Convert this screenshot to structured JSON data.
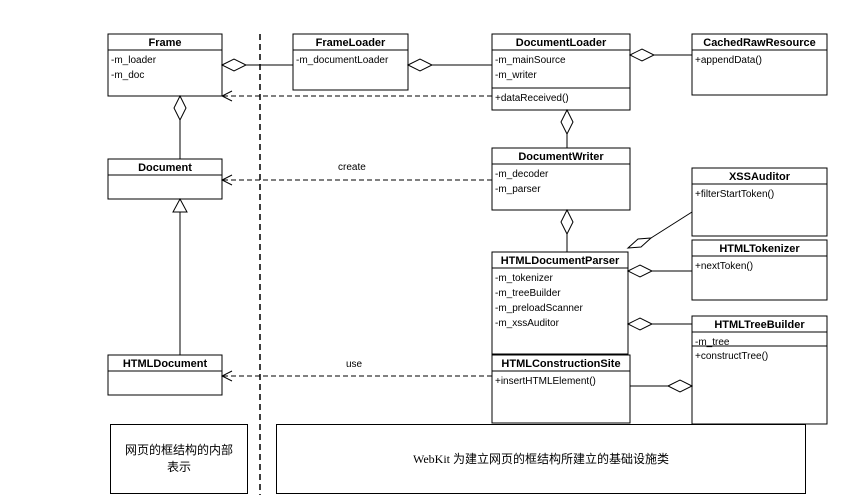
{
  "classes": [
    {
      "id": "frame",
      "name": "Frame",
      "attributes": [
        "-m_loader",
        "-m_doc"
      ],
      "operations": []
    },
    {
      "id": "frameloader",
      "name": "FrameLoader",
      "attributes": [
        "-m_documentLoader"
      ],
      "operations": []
    },
    {
      "id": "documentloader",
      "name": "DocumentLoader",
      "attributes": [
        "-m_mainSource",
        "-m_writer"
      ],
      "operations": [
        "+dataReceived()"
      ]
    },
    {
      "id": "cachedrawresource",
      "name": "CachedRawResource",
      "attributes": [
        "+appendData()"
      ],
      "operations": []
    },
    {
      "id": "document",
      "name": "Document",
      "attributes": [],
      "operations": []
    },
    {
      "id": "documentwriter",
      "name": "DocumentWriter",
      "attributes": [
        "-m_decoder",
        "-m_parser"
      ],
      "operations": []
    },
    {
      "id": "xssauditor",
      "name": "XSSAuditor",
      "attributes": [
        "+filterStartToken()"
      ],
      "operations": []
    },
    {
      "id": "htmldocumentparser",
      "name": "HTMLDocumentParser",
      "attributes": [
        "-m_tokenizer",
        "-m_treeBuilder",
        "-m_preloadScanner",
        "-m_xssAuditor"
      ],
      "operations": []
    },
    {
      "id": "htmltokenizer",
      "name": "HTMLTokenizer",
      "attributes": [
        "+nextToken()"
      ],
      "operations": []
    },
    {
      "id": "htmltreebuilder",
      "name": "HTMLTreeBuilder",
      "attributes": [
        "-m_tree"
      ],
      "operations": [
        "+constructTree()"
      ]
    },
    {
      "id": "htmldocument",
      "name": "HTMLDocument",
      "attributes": [],
      "operations": []
    },
    {
      "id": "htmlconstructionsite",
      "name": "HTMLConstructionSite",
      "attributes": [
        "+insertHTMLElement()"
      ],
      "operations": []
    }
  ],
  "edge_labels": {
    "create": "create",
    "use": "use"
  },
  "notes": {
    "left": "网页的框结构的内部表示",
    "right": "WebKit 为建立网页的框结构所建立的基础设施类"
  }
}
